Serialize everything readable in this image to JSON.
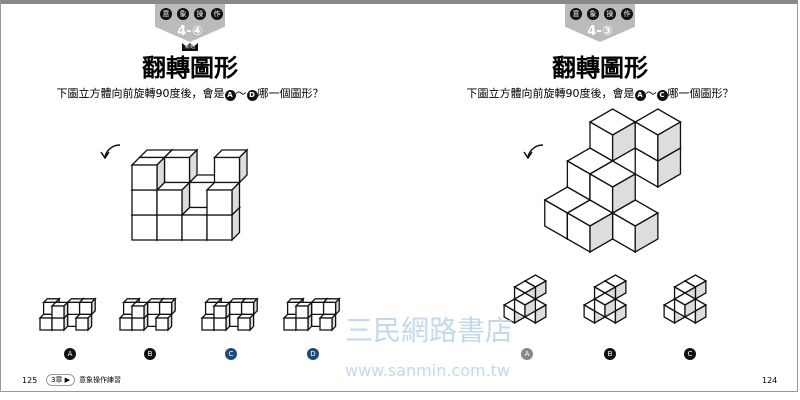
{
  "left_page": {
    "header_chars": [
      "意",
      "象",
      "操",
      "作"
    ],
    "number": "4-④",
    "crown_label": "新題",
    "title": "翻轉圖形",
    "question_pre": "下圖立方體向前旋轉90度後，會是",
    "from": "A",
    "tilde": "～",
    "to": "D",
    "question_post": "哪一個圖形？",
    "options": [
      "A",
      "B",
      "C",
      "D"
    ],
    "page_number": "125",
    "chapter": "3章 ▶",
    "section": "意象操作練習"
  },
  "right_page": {
    "header_chars": [
      "意",
      "象",
      "操",
      "作"
    ],
    "number": "4-③",
    "title": "翻轉圖形",
    "question_pre": "下圖立方體向前旋轉90度後，會是",
    "from": "A",
    "tilde": "～",
    "to": "C",
    "question_post": "哪一個圖形？",
    "options": [
      "A",
      "B",
      "C"
    ],
    "page_number": "124"
  },
  "watermark": {
    "name": "三民網路書店",
    "url": "www.sanmin.com.tw"
  },
  "icons": [
    "rotate-arrow-icon"
  ]
}
